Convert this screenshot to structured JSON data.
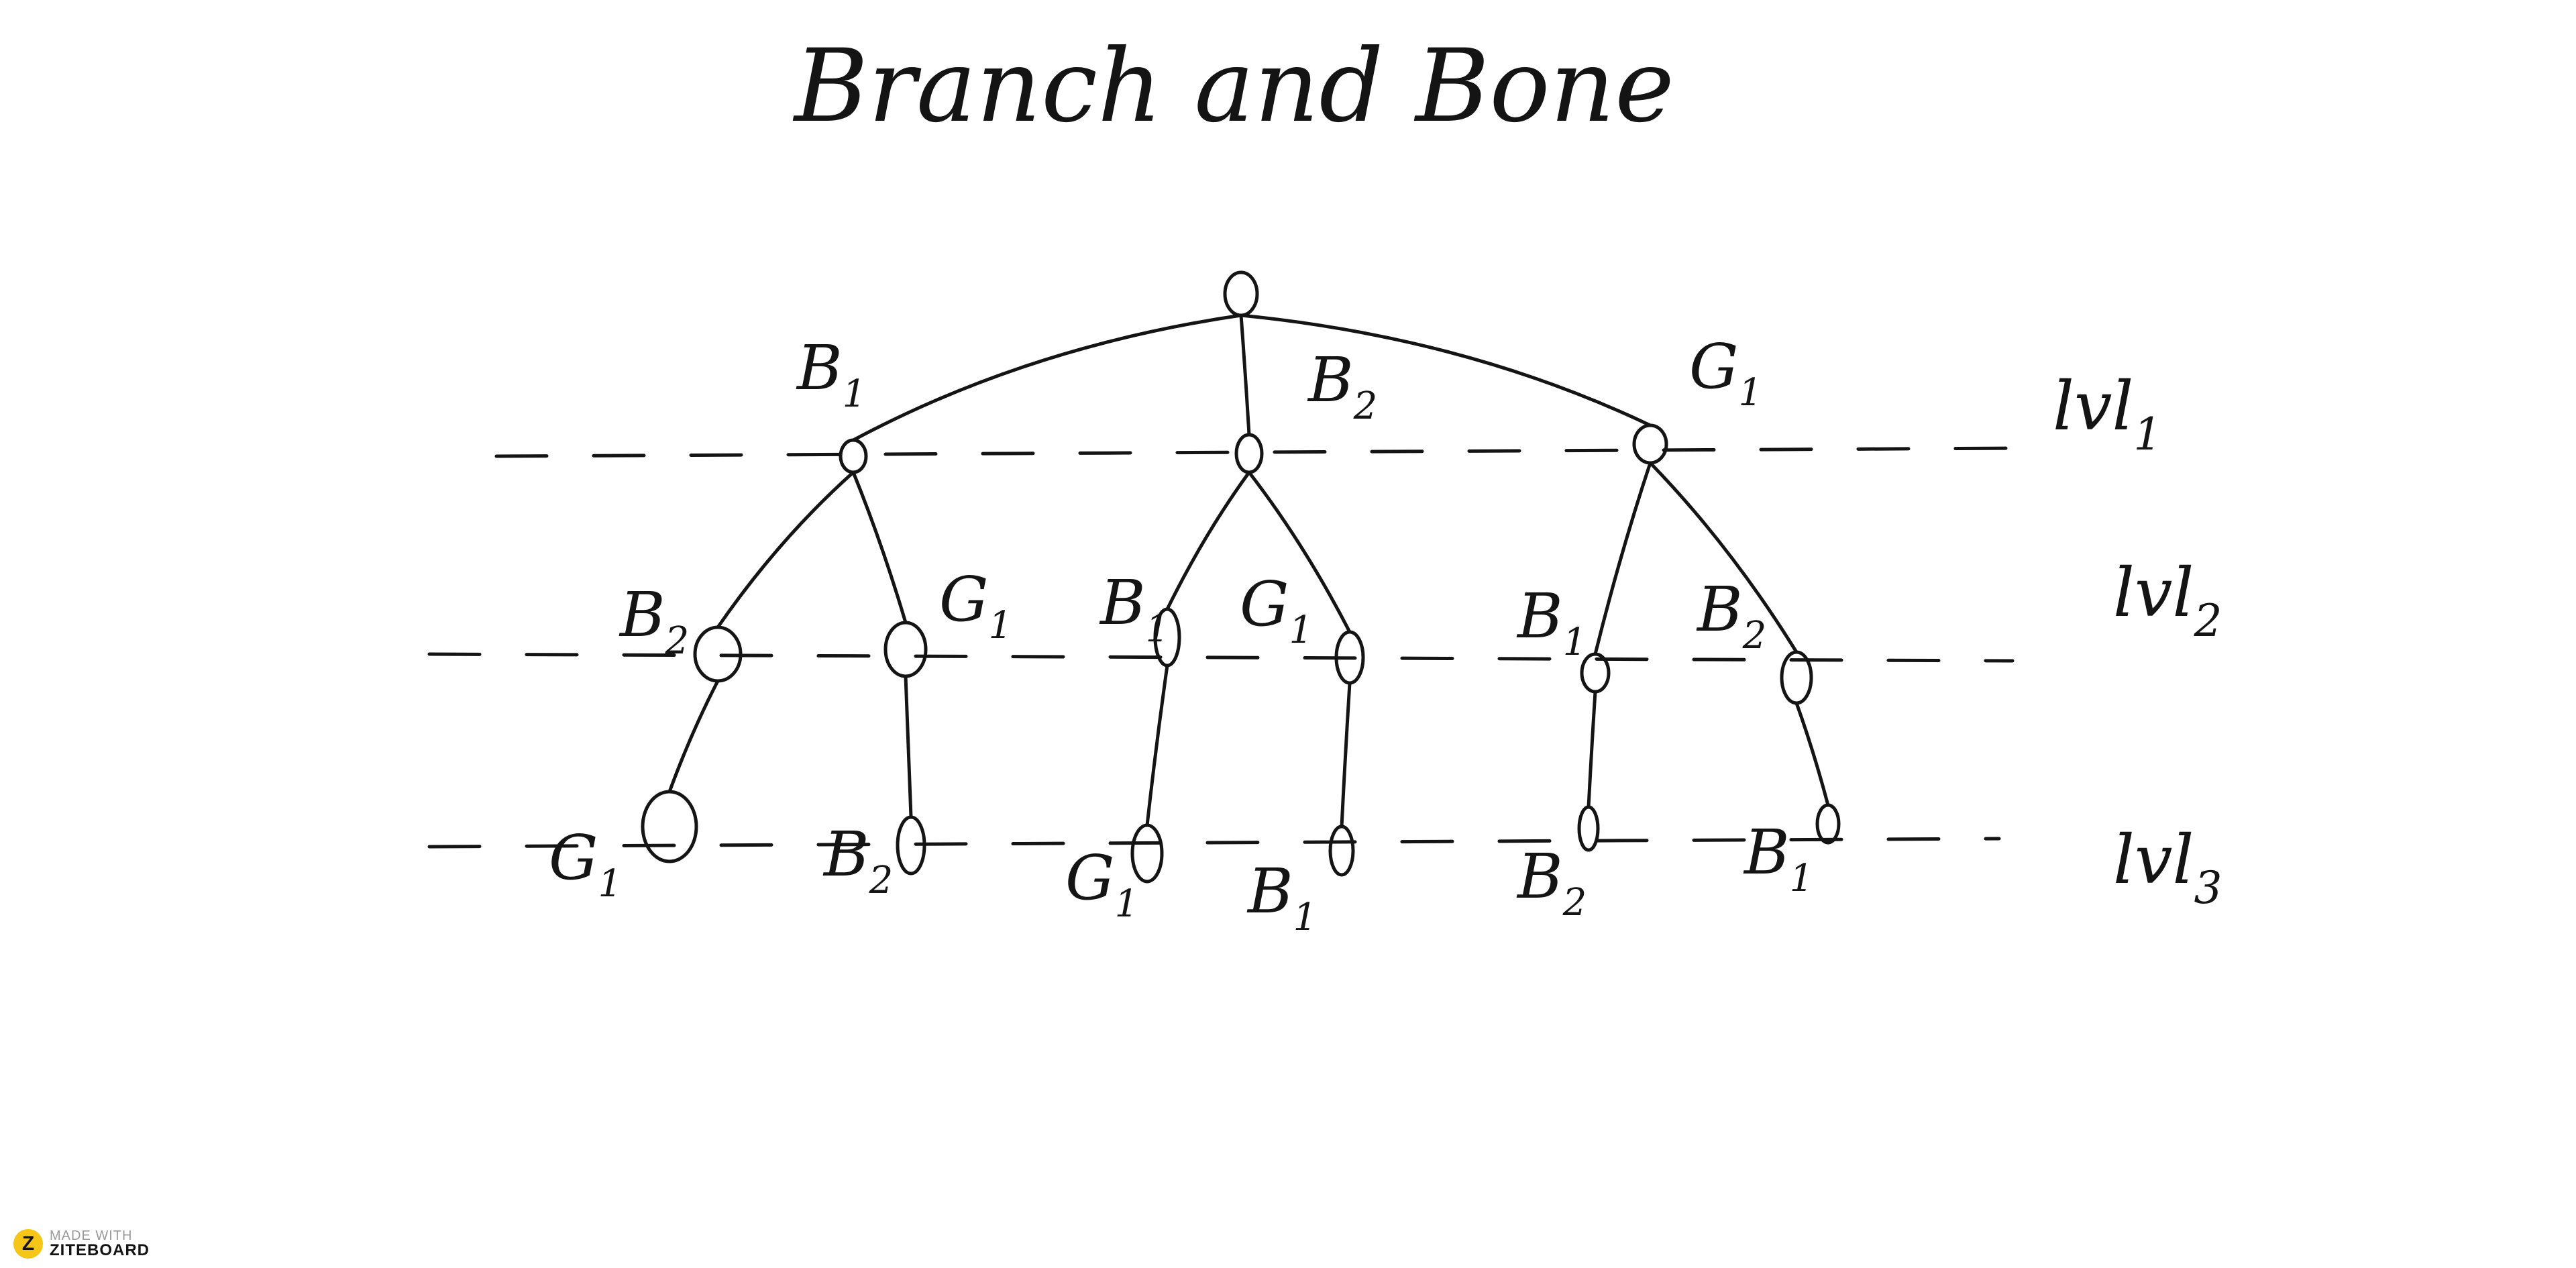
{
  "title": "Branch and Bone",
  "tree": {
    "root": {
      "id": "root"
    },
    "nodes": [
      {
        "id": "n1",
        "parent": "root",
        "label_main": "B",
        "label_sub": "1",
        "level": 1
      },
      {
        "id": "n2",
        "parent": "root",
        "label_main": "B",
        "label_sub": "2",
        "level": 1
      },
      {
        "id": "n3",
        "parent": "root",
        "label_main": "G",
        "label_sub": "1",
        "level": 1
      },
      {
        "id": "n11",
        "parent": "n1",
        "label_main": "B",
        "label_sub": "2",
        "level": 2
      },
      {
        "id": "n12",
        "parent": "n1",
        "label_main": "G",
        "label_sub": "1",
        "level": 2
      },
      {
        "id": "n21",
        "parent": "n2",
        "label_main": "B",
        "label_sub": "1",
        "level": 2
      },
      {
        "id": "n22",
        "parent": "n2",
        "label_main": "G",
        "label_sub": "1",
        "level": 2
      },
      {
        "id": "n31",
        "parent": "n3",
        "label_main": "B",
        "label_sub": "1",
        "level": 2
      },
      {
        "id": "n32",
        "parent": "n3",
        "label_main": "B",
        "label_sub": "2",
        "level": 2
      },
      {
        "id": "n111",
        "parent": "n11",
        "label_main": "G",
        "label_sub": "1",
        "level": 3
      },
      {
        "id": "n121",
        "parent": "n12",
        "label_main": "B",
        "label_sub": "2",
        "level": 3
      },
      {
        "id": "n211",
        "parent": "n21",
        "label_main": "G",
        "label_sub": "1",
        "level": 3
      },
      {
        "id": "n221",
        "parent": "n22",
        "label_main": "B",
        "label_sub": "1",
        "level": 3
      },
      {
        "id": "n311",
        "parent": "n31",
        "label_main": "B",
        "label_sub": "2",
        "level": 3
      },
      {
        "id": "n321",
        "parent": "n32",
        "label_main": "B",
        "label_sub": "1",
        "level": 3
      }
    ]
  },
  "levels": [
    {
      "label": "lvl",
      "sub": "1"
    },
    {
      "label": "lvl",
      "sub": "2"
    },
    {
      "label": "lvl",
      "sub": "3"
    }
  ],
  "badge": {
    "made_with": "MADE WITH",
    "brand": "ZITEBOARD"
  },
  "colors": {
    "ink": "#141414",
    "background": "#ffffff",
    "badge_accent": "#f5c518"
  }
}
